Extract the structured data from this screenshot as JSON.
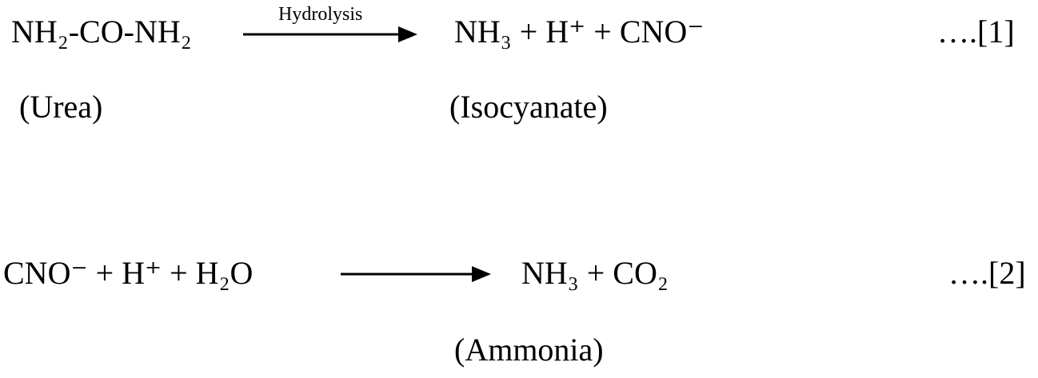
{
  "reaction1": {
    "reactant": "NH₂-CO-NH₂",
    "arrow_label": "Hydrolysis",
    "products": "NH₃ + H⁺ + CNO⁻",
    "number": "….[1]",
    "reactant_name": "(Urea)",
    "product_name": "(Isocyanate)"
  },
  "reaction2": {
    "reactants": "CNO⁻  +  H⁺  +  H₂O",
    "products": "NH₃  +  CO₂",
    "number": "….[2]",
    "product_name": "(Ammonia)"
  }
}
